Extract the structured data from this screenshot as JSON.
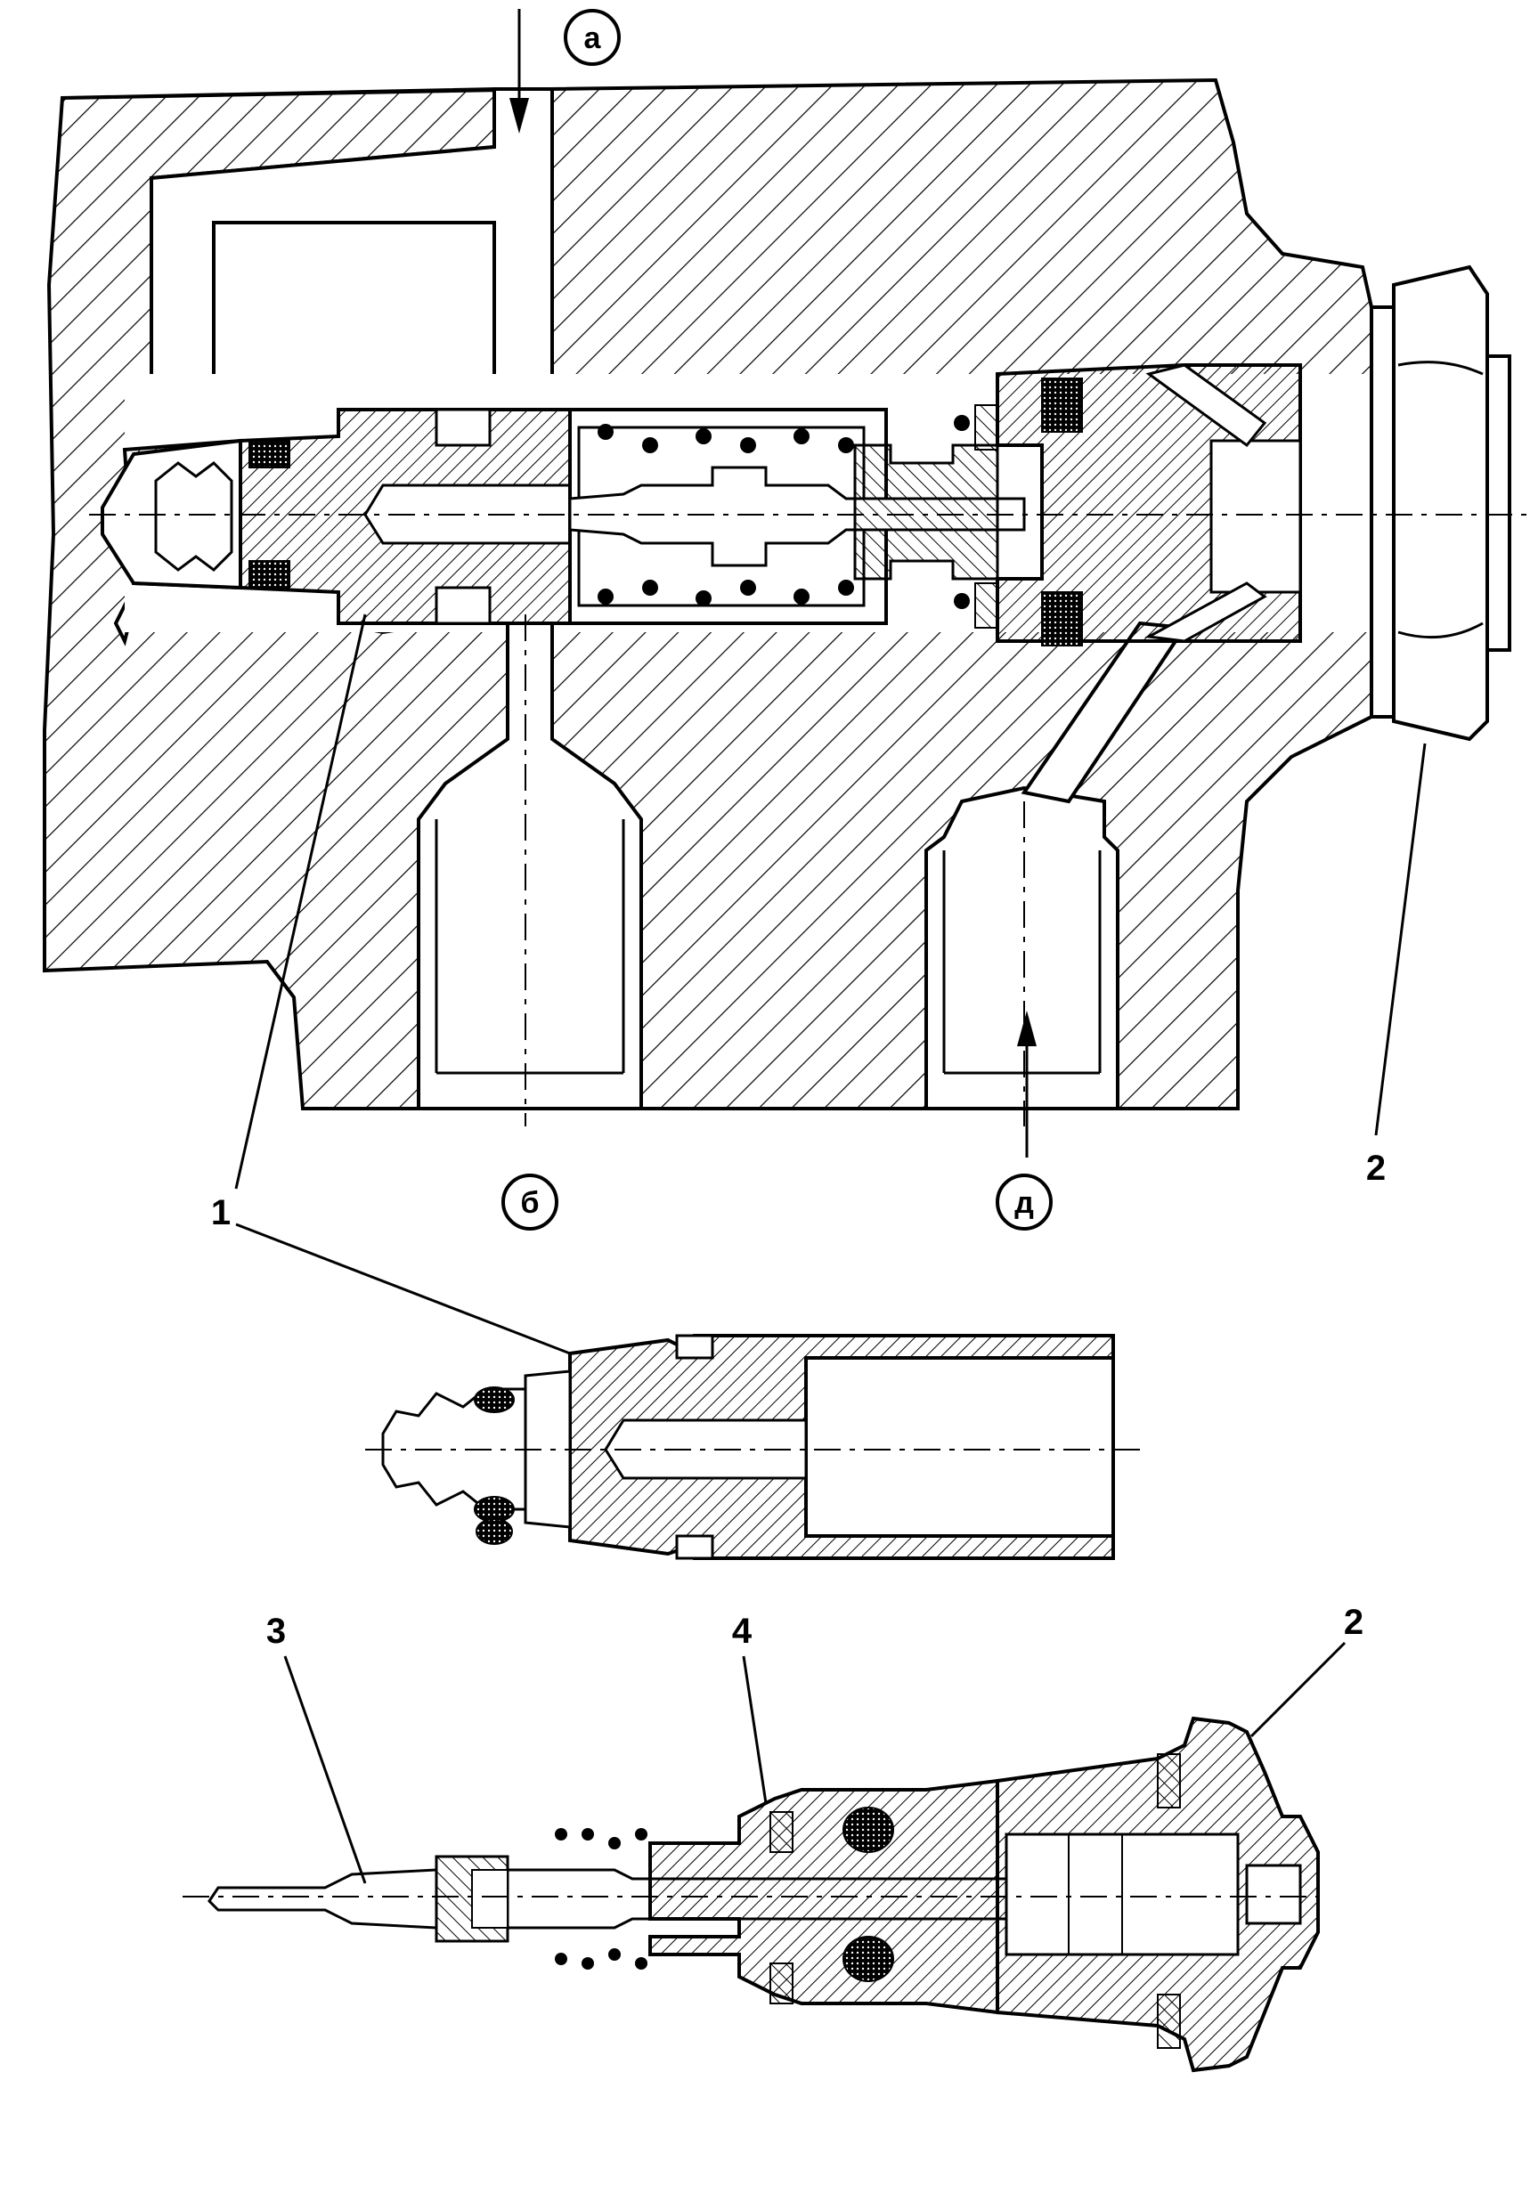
{
  "labels": {
    "port_a": "а",
    "port_b": "б",
    "port_d": "д",
    "part_1": "1",
    "part_2_top": "2",
    "part_2_bottom": "2",
    "part_3": "3",
    "part_4": "4"
  },
  "colors": {
    "ink": "#000000",
    "paper": "#ffffff"
  }
}
